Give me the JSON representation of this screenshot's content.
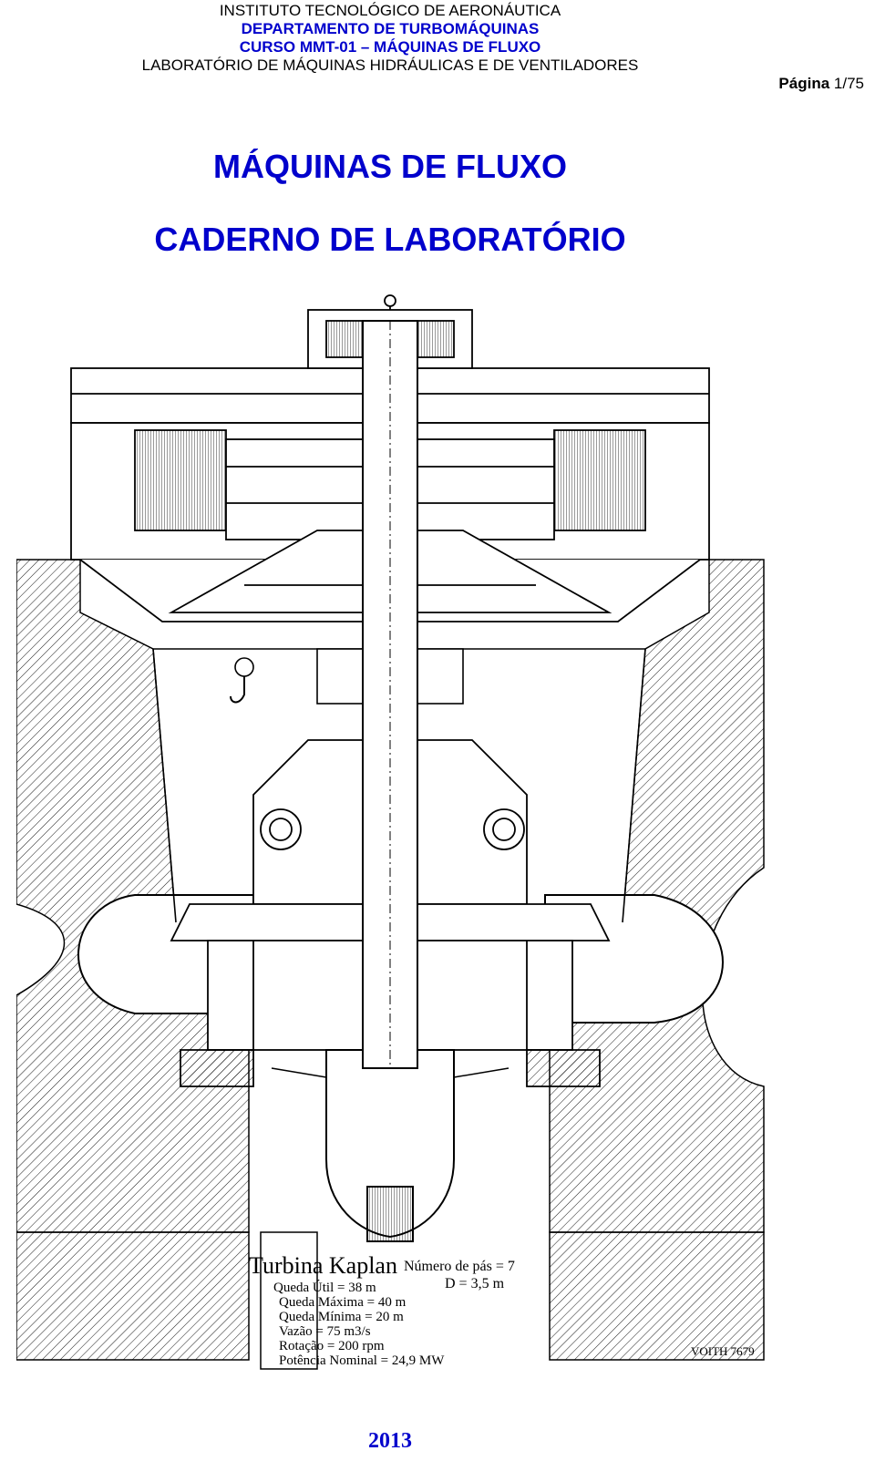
{
  "header": {
    "institute": "INSTITUTO TECNOLÓGICO DE AERONÁUTICA",
    "department": "DEPARTAMENTO DE TURBOMÁQUINAS",
    "course": "CURSO MMT-01 – MÁQUINAS DE FLUXO",
    "lab": "LABORATÓRIO DE MÁQUINAS HIDRÁULICAS E DE VENTILADORES",
    "page_label": "Página",
    "page_value": "1/75"
  },
  "title": {
    "line1": "MÁQUINAS DE FLUXO",
    "line2": "CADERNO DE LABORATÓRIO"
  },
  "drawing": {
    "caption_title": "Turbina Kaplan",
    "specs": [
      "Queda Útil = 38 m",
      "Queda Máxima = 40 m",
      "Queda Mínima = 20 m",
      "Vazão = 75 m3/s",
      "Rotação = 200 rpm",
      "Potência Nominal = 24,9 MW"
    ],
    "blades": "Número de pás = 7",
    "diameter": "D = 3,5 m",
    "stamp": "VOITH 7679"
  },
  "footer": {
    "year": "2013"
  },
  "colors": {
    "heading_blue": "#0000cc",
    "line_black": "#000000"
  }
}
